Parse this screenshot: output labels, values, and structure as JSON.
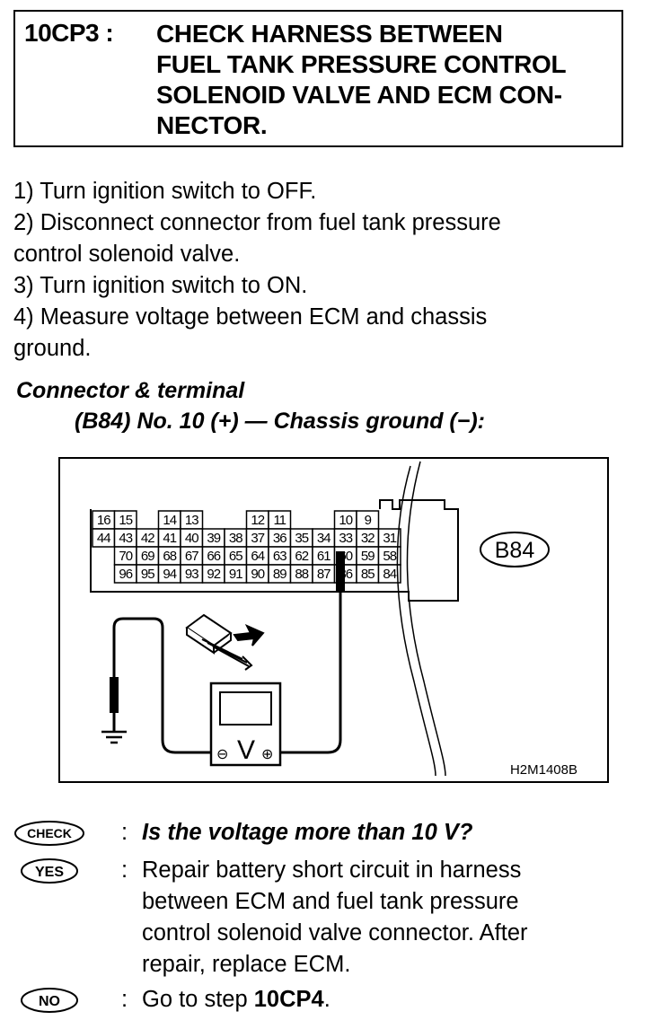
{
  "header": {
    "code": "10CP3 :",
    "title_lines": [
      "CHECK HARNESS BETWEEN",
      "FUEL TANK PRESSURE CONTROL",
      "SOLENOID VALVE AND ECM CON-",
      "NECTOR."
    ]
  },
  "steps": [
    "1)  Turn ignition switch to OFF.",
    "2)  Disconnect connector from fuel tank pressure",
    "control solenoid valve.",
    "3)  Turn ignition switch to ON.",
    "4)  Measure voltage between ECM and chassis",
    "ground."
  ],
  "connector": {
    "title": "Connector & terminal",
    "spec": "(B84) No. 10 (+) — Chassis ground (−):"
  },
  "diagram": {
    "connector_label": "B84",
    "figure_code": "H2M1408B",
    "meter_symbol": "V",
    "minus_symbol": "⊖",
    "plus_symbol": "⊕",
    "pins": {
      "row1": [
        "16",
        "15",
        "14",
        "13",
        "12",
        "11",
        "10",
        "9"
      ],
      "row2": [
        "44",
        "43",
        "42",
        "41",
        "40",
        "39",
        "38",
        "37",
        "36",
        "35",
        "34",
        "33",
        "32",
        "31"
      ],
      "row3": [
        "70",
        "69",
        "68",
        "67",
        "66",
        "65",
        "64",
        "63",
        "62",
        "61",
        "60",
        "59",
        "58"
      ],
      "row4": [
        "96",
        "95",
        "94",
        "93",
        "92",
        "91",
        "90",
        "89",
        "88",
        "87",
        "86",
        "85",
        "84"
      ]
    }
  },
  "qa": {
    "check_badge": "CHECK",
    "yes_badge": "YES",
    "no_badge": "NO",
    "colon": ":",
    "question": "Is the voltage more than 10 V?",
    "yes_lines": [
      "Repair battery short circuit in harness",
      "between ECM and fuel tank pressure",
      "control solenoid valve connector. After",
      "repair, replace ECM."
    ],
    "no_prefix": "Go to step ",
    "no_step": "10CP4",
    "no_suffix": "."
  }
}
